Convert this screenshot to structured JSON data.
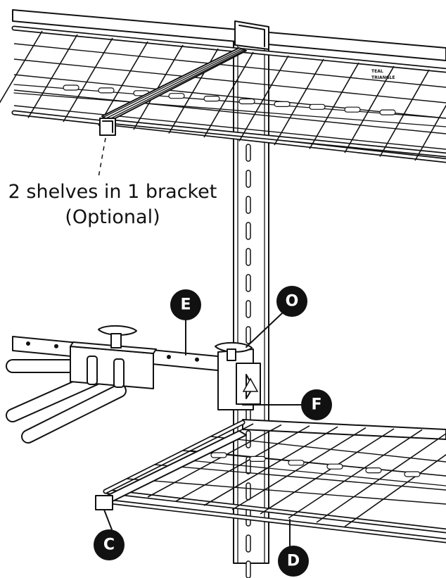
{
  "callout": {
    "line1": "2 shelves in 1 bracket",
    "line2": "(Optional)"
  },
  "labels": {
    "E": "E",
    "O": "O",
    "F": "F",
    "C": "C",
    "D": "D"
  },
  "brand_mark": {
    "line1": "TEAL",
    "line2": "TRIANGLE"
  },
  "colors": {
    "ink": "#111111",
    "paper": "#ffffff"
  }
}
